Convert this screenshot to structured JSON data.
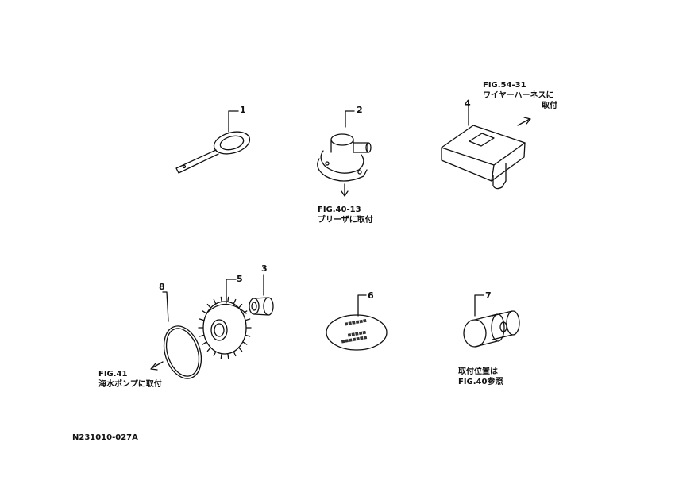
{
  "diagram_code": "N231010-027A",
  "parts": [
    {
      "callout": "1",
      "icon": "tool-wrench-icon"
    },
    {
      "callout": "2",
      "icon": "breather-cap-icon"
    },
    {
      "callout": "3",
      "icon": "bushing-icon"
    },
    {
      "callout": "4",
      "icon": "control-box-icon"
    },
    {
      "callout": "5",
      "icon": "gear-icon"
    },
    {
      "callout": "6",
      "icon": "label-disc-icon"
    },
    {
      "callout": "7",
      "icon": "banjo-bolt-icon"
    },
    {
      "callout": "8",
      "icon": "o-ring-icon"
    }
  ],
  "notes": {
    "part2": {
      "line1": "FIG.40-13",
      "line2": "ブリーザに取付"
    },
    "part4": {
      "line1": "FIG.54-31",
      "line2": "ワイヤーハーネスに",
      "line3": "取付"
    },
    "part8": {
      "line1": "FIG.41",
      "line2": "海水ポンプに取付"
    },
    "part7": {
      "line1": "取付位置は",
      "line2": "FIG.40参照"
    }
  }
}
